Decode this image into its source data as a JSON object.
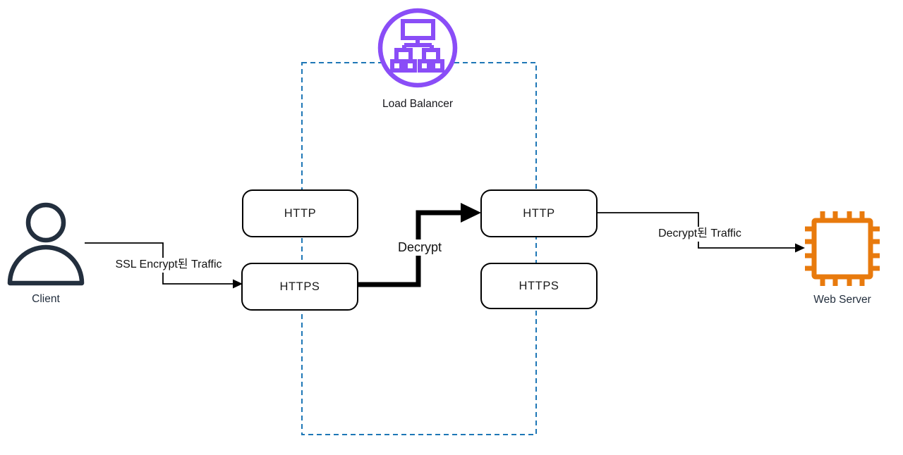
{
  "nodes": {
    "client": {
      "label": "Client"
    },
    "load_balancer": {
      "label": "Load Balancer"
    },
    "web_server": {
      "label": "Web Server"
    },
    "lb_left_http": {
      "label": "HTTP"
    },
    "lb_left_https": {
      "label": "HTTPS"
    },
    "lb_right_http": {
      "label": "HTTP"
    },
    "lb_right_https": {
      "label": "HTTPS"
    }
  },
  "edges": {
    "client_to_https": {
      "label": "SSL Encrypt된 Traffic"
    },
    "https_to_http_decrypt": {
      "label": "Decrypt"
    },
    "http_to_web_server": {
      "label": "Decrypt된 Traffic"
    }
  },
  "colors": {
    "lb_purple": "#8A4DF7",
    "server_orange": "#E87A0D",
    "boundary_blue": "#1E77B6",
    "icon_navy": "#232F3E",
    "line_black": "#000000"
  }
}
